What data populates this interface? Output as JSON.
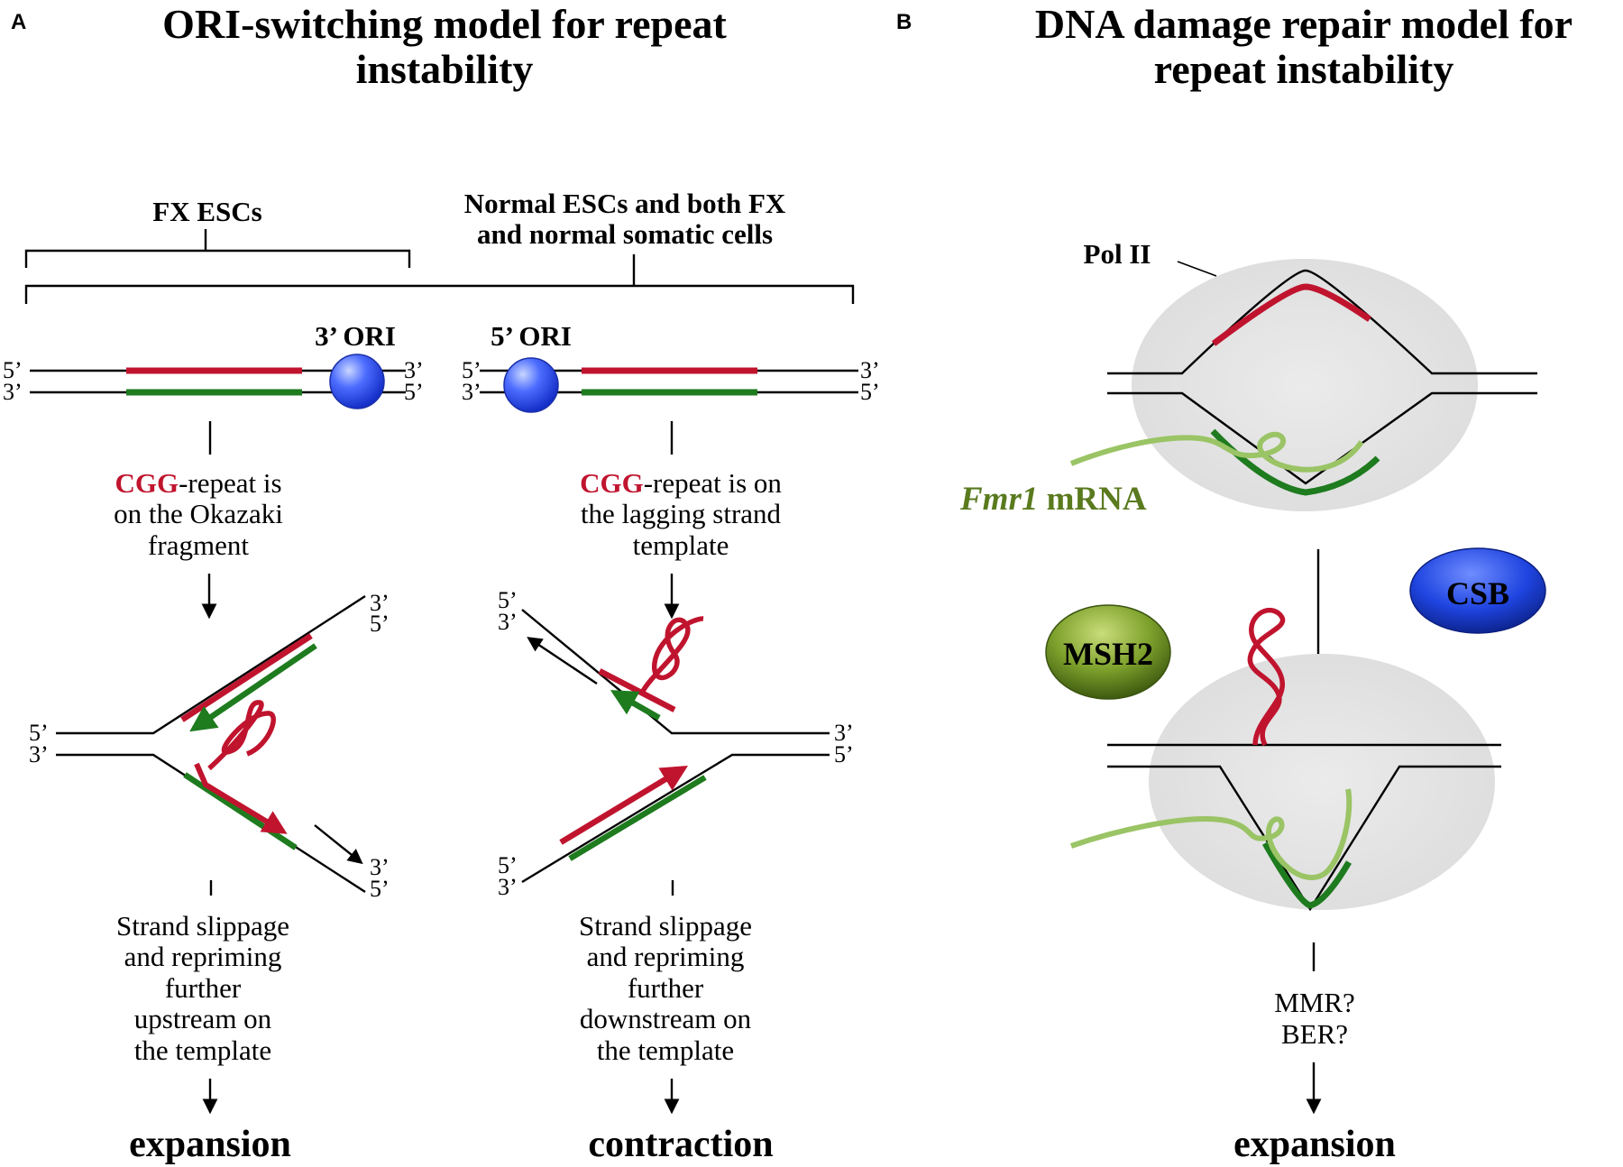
{
  "colors": {
    "repeat_red": "#c0142e",
    "okazaki_green": "#1e7b1e",
    "mrna_green": "#9ac465",
    "ori_blue": "#2f56f0",
    "csb_blue": "#1a3cd6",
    "msh2_olive": "#6c8f22",
    "pol_bubble": "#e3e3e3"
  },
  "panel_a": {
    "label": "A",
    "title_line1": "ORI-switching model for repeat",
    "title_line2": "instability",
    "group_left": "FX ESCs",
    "group_right_line1": "Normal ESCs and both FX",
    "group_right_line2": "and normal somatic cells",
    "left": {
      "ori_label": "3’ ORI",
      "desc_cgg": "CGG",
      "desc_line1_rest": "-repeat is",
      "desc_line2": "on the Okazaki",
      "desc_line3": "fragment",
      "mech_lines": [
        "Strand slippage",
        "and repriming",
        "further",
        "upstream on",
        "the template"
      ],
      "outcome": "expansion"
    },
    "right": {
      "ori_label": "5’ ORI",
      "desc_cgg": "CGG",
      "desc_line1_rest": "-repeat is on",
      "desc_line2": "the lagging strand",
      "desc_line3": "template",
      "mech_lines": [
        "Strand slippage",
        "and repriming",
        "further",
        "downstream on",
        "the template"
      ],
      "outcome": "contraction"
    },
    "end_5": "5’",
    "end_3": "3’"
  },
  "panel_b": {
    "label": "B",
    "title_line1": "DNA damage repair model for",
    "title_line2": "repeat instability",
    "pol_label": "Pol II",
    "mrna_gene": "Fmr1",
    "mrna_word": " mRNA",
    "protein_1": "MSH2",
    "protein_2": "CSB",
    "pathway_1": "MMR?",
    "pathway_2": "BER?",
    "outcome": "expansion"
  }
}
